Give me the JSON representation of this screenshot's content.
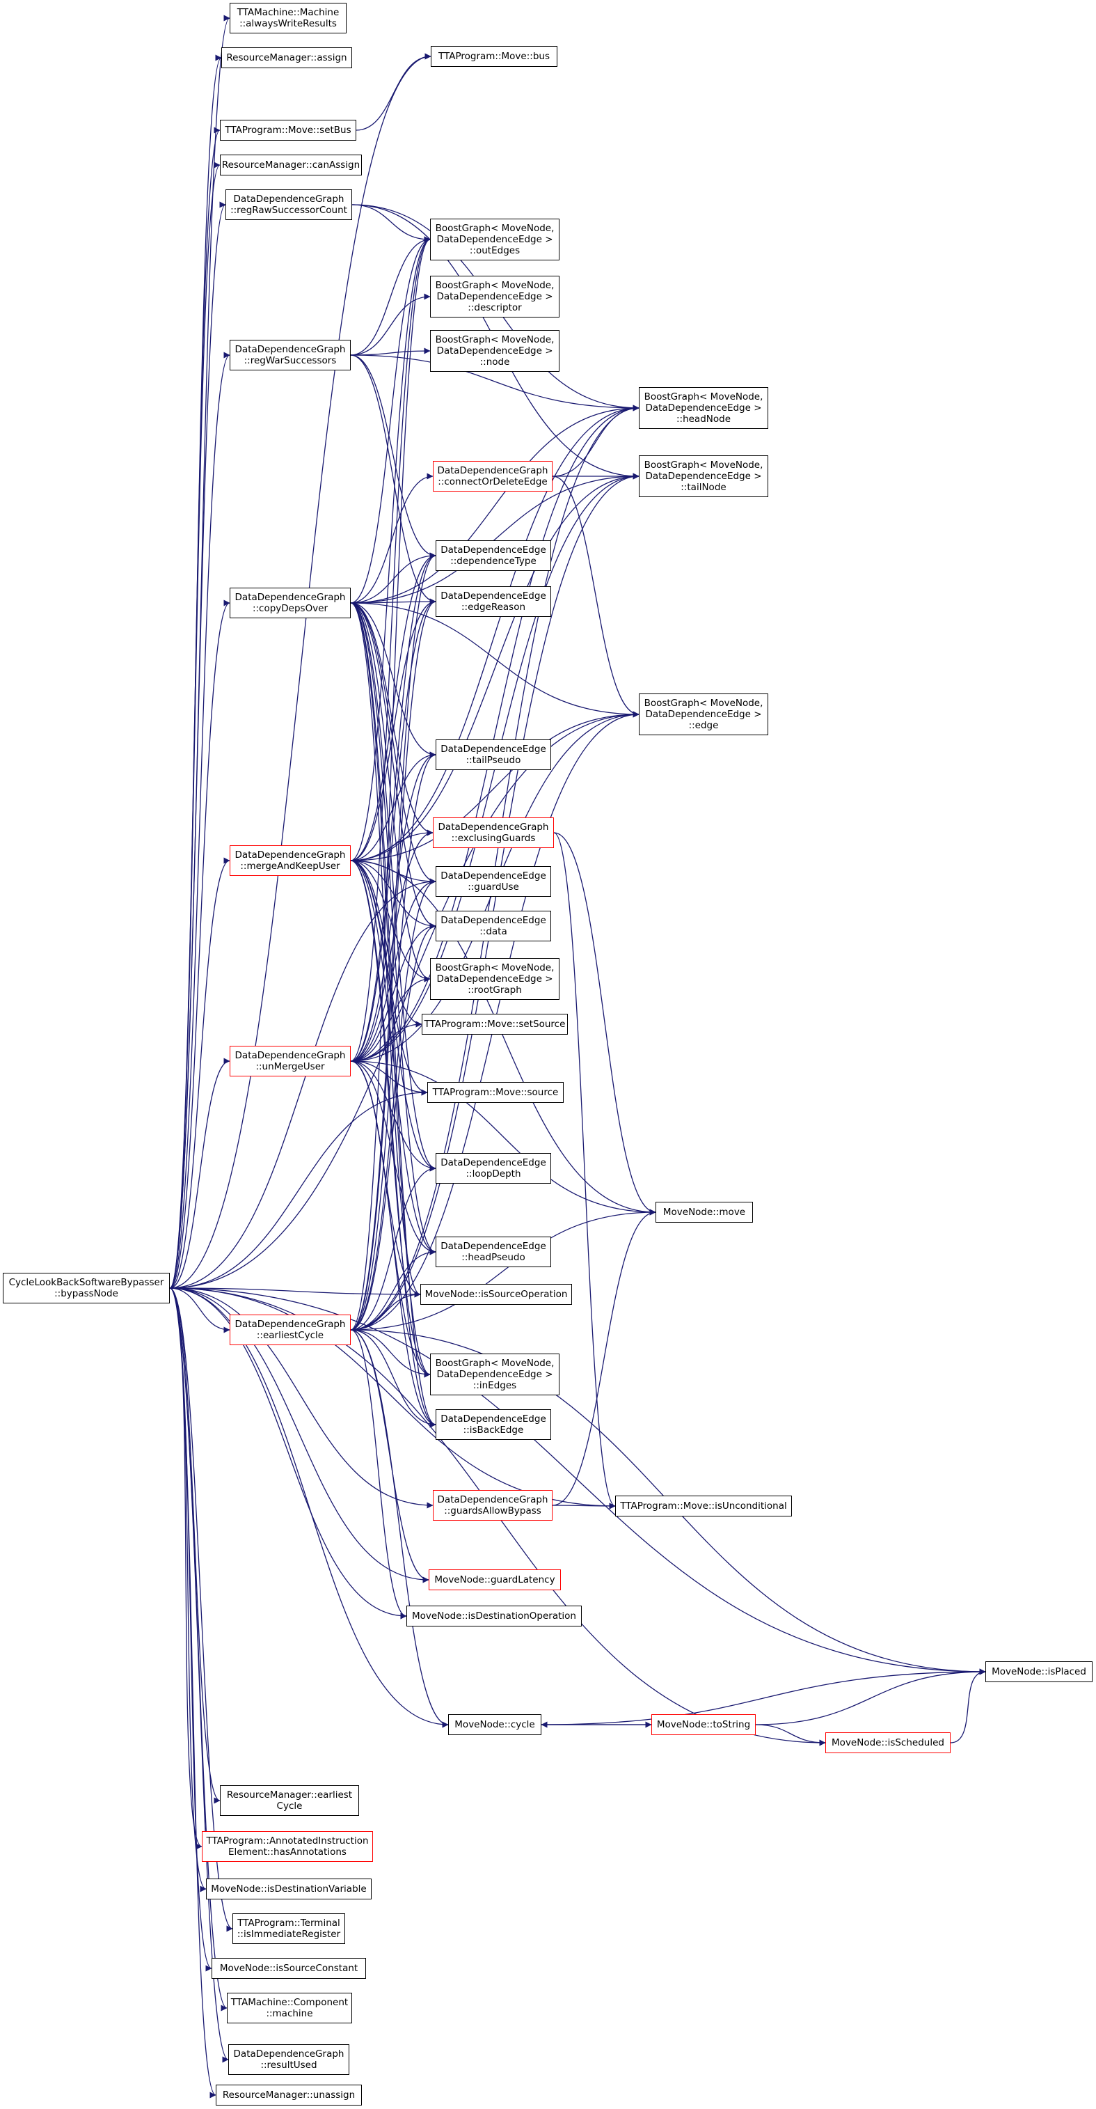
{
  "colors": {
    "edge": "#191970",
    "node_border": "#000000",
    "node_border_incomplete": "#ff0000",
    "root_fill": "#bfbfbf"
  },
  "nodes": [
    {
      "id": "root",
      "lines": [
        "CycleLookBackSoftwareBypasser",
        "::bypassNode"
      ],
      "style": "root"
    },
    {
      "id": "alwaysWriteResults",
      "lines": [
        "TTAMachine::Machine",
        "::alwaysWriteResults"
      ],
      "style": "normal"
    },
    {
      "id": "rmAssign",
      "lines": [
        "ResourceManager::assign"
      ],
      "style": "normal"
    },
    {
      "id": "moveBus",
      "lines": [
        "TTAProgram::Move::bus"
      ],
      "style": "normal"
    },
    {
      "id": "moveSetBus",
      "lines": [
        "TTAProgram::Move::setBus"
      ],
      "style": "normal"
    },
    {
      "id": "rmCanAssign",
      "lines": [
        "ResourceManager::canAssign"
      ],
      "style": "normal"
    },
    {
      "id": "regRawSuccessorCount",
      "lines": [
        "DataDependenceGraph",
        "::regRawSuccessorCount"
      ],
      "style": "normal"
    },
    {
      "id": "bgOutEdges",
      "lines": [
        "BoostGraph< MoveNode,",
        "DataDependenceEdge >",
        "::outEdges"
      ],
      "style": "normal"
    },
    {
      "id": "bgDescriptor",
      "lines": [
        "BoostGraph< MoveNode,",
        "DataDependenceEdge >",
        "::descriptor"
      ],
      "style": "normal"
    },
    {
      "id": "regWarSuccessors",
      "lines": [
        "DataDependenceGraph",
        "::regWarSuccessors"
      ],
      "style": "normal"
    },
    {
      "id": "bgNode",
      "lines": [
        "BoostGraph< MoveNode,",
        "DataDependenceEdge >",
        "::node"
      ],
      "style": "normal"
    },
    {
      "id": "bgHeadNode",
      "lines": [
        "BoostGraph< MoveNode,",
        "DataDependenceEdge >",
        "::headNode"
      ],
      "style": "normal"
    },
    {
      "id": "connectOrDeleteEdge",
      "lines": [
        "DataDependenceGraph",
        "::connectOrDeleteEdge"
      ],
      "style": "red"
    },
    {
      "id": "bgTailNode",
      "lines": [
        "BoostGraph< MoveNode,",
        "DataDependenceEdge >",
        "::tailNode"
      ],
      "style": "normal"
    },
    {
      "id": "ddeDependenceType",
      "lines": [
        "DataDependenceEdge",
        "::dependenceType"
      ],
      "style": "normal"
    },
    {
      "id": "copyDepsOver",
      "lines": [
        "DataDependenceGraph",
        "::copyDepsOver"
      ],
      "style": "normal"
    },
    {
      "id": "ddeEdgeReason",
      "lines": [
        "DataDependenceEdge",
        "::edgeReason"
      ],
      "style": "normal"
    },
    {
      "id": "bgEdge",
      "lines": [
        "BoostGraph< MoveNode,",
        "DataDependenceEdge >",
        "::edge"
      ],
      "style": "normal"
    },
    {
      "id": "ddeTailPseudo",
      "lines": [
        "DataDependenceEdge",
        "::tailPseudo"
      ],
      "style": "normal"
    },
    {
      "id": "exclusingGuards",
      "lines": [
        "DataDependenceGraph",
        "::exclusingGuards"
      ],
      "style": "red"
    },
    {
      "id": "mergeAndKeepUser",
      "lines": [
        "DataDependenceGraph",
        "::mergeAndKeepUser"
      ],
      "style": "red"
    },
    {
      "id": "ddeGuardUse",
      "lines": [
        "DataDependenceEdge",
        "::guardUse"
      ],
      "style": "normal"
    },
    {
      "id": "ddeData",
      "lines": [
        "DataDependenceEdge",
        "::data"
      ],
      "style": "normal"
    },
    {
      "id": "bgRootGraph",
      "lines": [
        "BoostGraph< MoveNode,",
        "DataDependenceEdge >",
        "::rootGraph"
      ],
      "style": "normal"
    },
    {
      "id": "moveSetSource",
      "lines": [
        "TTAProgram::Move::setSource"
      ],
      "style": "normal"
    },
    {
      "id": "unMergeUser",
      "lines": [
        "DataDependenceGraph",
        "::unMergeUser"
      ],
      "style": "red"
    },
    {
      "id": "moveSource",
      "lines": [
        "TTAProgram::Move::source"
      ],
      "style": "normal"
    },
    {
      "id": "ddeLoopDepth",
      "lines": [
        "DataDependenceEdge",
        "::loopDepth"
      ],
      "style": "normal"
    },
    {
      "id": "mnMove",
      "lines": [
        "MoveNode::move"
      ],
      "style": "normal"
    },
    {
      "id": "ddeHeadPseudo",
      "lines": [
        "DataDependenceEdge",
        "::headPseudo"
      ],
      "style": "normal"
    },
    {
      "id": "mnIsSourceOperation",
      "lines": [
        "MoveNode::isSourceOperation"
      ],
      "style": "normal"
    },
    {
      "id": "earliestCycle",
      "lines": [
        "DataDependenceGraph",
        "::earliestCycle"
      ],
      "style": "red"
    },
    {
      "id": "bgInEdges",
      "lines": [
        "BoostGraph< MoveNode,",
        "DataDependenceEdge >",
        "::inEdges"
      ],
      "style": "normal"
    },
    {
      "id": "ddeIsBackEdge",
      "lines": [
        "DataDependenceEdge",
        "::isBackEdge"
      ],
      "style": "normal"
    },
    {
      "id": "guardsAllowBypass",
      "lines": [
        "DataDependenceGraph",
        "::guardsAllowBypass"
      ],
      "style": "red"
    },
    {
      "id": "moveIsUnconditional",
      "lines": [
        "TTAProgram::Move::isUnconditional"
      ],
      "style": "normal"
    },
    {
      "id": "mnGuardLatency",
      "lines": [
        "MoveNode::guardLatency"
      ],
      "style": "red"
    },
    {
      "id": "mnIsDestinationOperation",
      "lines": [
        "MoveNode::isDestinationOperation"
      ],
      "style": "normal"
    },
    {
      "id": "mnIsPlaced",
      "lines": [
        "MoveNode::isPlaced"
      ],
      "style": "normal"
    },
    {
      "id": "mnCycle",
      "lines": [
        "MoveNode::cycle"
      ],
      "style": "normal"
    },
    {
      "id": "mnToString",
      "lines": [
        "MoveNode::toString"
      ],
      "style": "red"
    },
    {
      "id": "mnIsScheduled",
      "lines": [
        "MoveNode::isScheduled"
      ],
      "style": "red"
    },
    {
      "id": "rmEarliestCycle",
      "lines": [
        "ResourceManager::earliest",
        "Cycle"
      ],
      "style": "normal"
    },
    {
      "id": "hasAnnotations",
      "lines": [
        "TTAProgram::AnnotatedInstruction",
        "Element::hasAnnotations"
      ],
      "style": "red"
    },
    {
      "id": "mnIsDestinationVariable",
      "lines": [
        "MoveNode::isDestinationVariable"
      ],
      "style": "normal"
    },
    {
      "id": "isImmediateRegister",
      "lines": [
        "TTAProgram::Terminal",
        "::isImmediateRegister"
      ],
      "style": "normal"
    },
    {
      "id": "mnIsSourceConstant",
      "lines": [
        "MoveNode::isSourceConstant"
      ],
      "style": "normal"
    },
    {
      "id": "componentMachine",
      "lines": [
        "TTAMachine::Component",
        "::machine"
      ],
      "style": "normal"
    },
    {
      "id": "resultUsed",
      "lines": [
        "DataDependenceGraph",
        "::resultUsed"
      ],
      "style": "normal"
    },
    {
      "id": "rmUnassign",
      "lines": [
        "ResourceManager::unassign"
      ],
      "style": "normal"
    }
  ],
  "edges": [
    [
      "root",
      "alwaysWriteResults"
    ],
    [
      "root",
      "rmAssign"
    ],
    [
      "root",
      "moveSetBus"
    ],
    [
      "root",
      "rmCanAssign"
    ],
    [
      "root",
      "regRawSuccessorCount"
    ],
    [
      "root",
      "regWarSuccessors"
    ],
    [
      "root",
      "copyDepsOver"
    ],
    [
      "root",
      "mergeAndKeepUser"
    ],
    [
      "root",
      "unMergeUser"
    ],
    [
      "root",
      "earliestCycle"
    ],
    [
      "root",
      "guardsAllowBypass"
    ],
    [
      "root",
      "mnGuardLatency"
    ],
    [
      "root",
      "mnIsDestinationOperation"
    ],
    [
      "root",
      "mnCycle"
    ],
    [
      "root",
      "mnIsScheduled"
    ],
    [
      "root",
      "rmEarliestCycle"
    ],
    [
      "root",
      "hasAnnotations"
    ],
    [
      "root",
      "mnIsDestinationVariable"
    ],
    [
      "root",
      "isImmediateRegister"
    ],
    [
      "root",
      "mnIsSourceConstant"
    ],
    [
      "root",
      "componentMachine"
    ],
    [
      "root",
      "resultUsed"
    ],
    [
      "root",
      "rmUnassign"
    ],
    [
      "root",
      "moveSource"
    ],
    [
      "root",
      "mnIsSourceOperation"
    ],
    [
      "root",
      "mnIsPlaced"
    ],
    [
      "root",
      "moveIsUnconditional"
    ],
    [
      "root",
      "bgEdge"
    ],
    [
      "root",
      "ddeGuardUse"
    ],
    [
      "root",
      "moveBus"
    ],
    [
      "moveSetBus",
      "moveBus"
    ],
    [
      "regRawSuccessorCount",
      "bgOutEdges"
    ],
    [
      "regRawSuccessorCount",
      "bgHeadNode"
    ],
    [
      "regRawSuccessorCount",
      "bgTailNode"
    ],
    [
      "regWarSuccessors",
      "bgOutEdges"
    ],
    [
      "regWarSuccessors",
      "bgDescriptor"
    ],
    [
      "regWarSuccessors",
      "bgNode"
    ],
    [
      "regWarSuccessors",
      "ddeDependenceType"
    ],
    [
      "regWarSuccessors",
      "ddeEdgeReason"
    ],
    [
      "regWarSuccessors",
      "bgHeadNode"
    ],
    [
      "connectOrDeleteEdge",
      "bgHeadNode"
    ],
    [
      "connectOrDeleteEdge",
      "bgTailNode"
    ],
    [
      "connectOrDeleteEdge",
      "bgEdge"
    ],
    [
      "copyDepsOver",
      "bgOutEdges"
    ],
    [
      "copyDepsOver",
      "bgHeadNode"
    ],
    [
      "copyDepsOver",
      "bgTailNode"
    ],
    [
      "copyDepsOver",
      "connectOrDeleteEdge"
    ],
    [
      "copyDepsOver",
      "ddeDependenceType"
    ],
    [
      "copyDepsOver",
      "ddeEdgeReason"
    ],
    [
      "copyDepsOver",
      "bgEdge"
    ],
    [
      "copyDepsOver",
      "ddeTailPseudo"
    ],
    [
      "copyDepsOver",
      "exclusingGuards"
    ],
    [
      "copyDepsOver",
      "ddeGuardUse"
    ],
    [
      "copyDepsOver",
      "ddeData"
    ],
    [
      "copyDepsOver",
      "bgRootGraph"
    ],
    [
      "copyDepsOver",
      "ddeLoopDepth"
    ],
    [
      "copyDepsOver",
      "ddeHeadPseudo"
    ],
    [
      "copyDepsOver",
      "mnIsSourceOperation"
    ],
    [
      "copyDepsOver",
      "bgInEdges"
    ],
    [
      "copyDepsOver",
      "ddeIsBackEdge"
    ],
    [
      "mergeAndKeepUser",
      "bgOutEdges"
    ],
    [
      "mergeAndKeepUser",
      "bgHeadNode"
    ],
    [
      "mergeAndKeepUser",
      "bgTailNode"
    ],
    [
      "mergeAndKeepUser",
      "ddeDependenceType"
    ],
    [
      "mergeAndKeepUser",
      "ddeEdgeReason"
    ],
    [
      "mergeAndKeepUser",
      "bgEdge"
    ],
    [
      "mergeAndKeepUser",
      "ddeTailPseudo"
    ],
    [
      "mergeAndKeepUser",
      "exclusingGuards"
    ],
    [
      "mergeAndKeepUser",
      "ddeGuardUse"
    ],
    [
      "mergeAndKeepUser",
      "ddeData"
    ],
    [
      "mergeAndKeepUser",
      "bgRootGraph"
    ],
    [
      "mergeAndKeepUser",
      "moveSetSource"
    ],
    [
      "mergeAndKeepUser",
      "moveSource"
    ],
    [
      "mergeAndKeepUser",
      "ddeLoopDepth"
    ],
    [
      "mergeAndKeepUser",
      "ddeHeadPseudo"
    ],
    [
      "mergeAndKeepUser",
      "bgInEdges"
    ],
    [
      "mergeAndKeepUser",
      "ddeIsBackEdge"
    ],
    [
      "mergeAndKeepUser",
      "mnMove"
    ],
    [
      "unMergeUser",
      "bgOutEdges"
    ],
    [
      "unMergeUser",
      "bgHeadNode"
    ],
    [
      "unMergeUser",
      "bgTailNode"
    ],
    [
      "unMergeUser",
      "ddeDependenceType"
    ],
    [
      "unMergeUser",
      "ddeEdgeReason"
    ],
    [
      "unMergeUser",
      "bgEdge"
    ],
    [
      "unMergeUser",
      "ddeTailPseudo"
    ],
    [
      "unMergeUser",
      "exclusingGuards"
    ],
    [
      "unMergeUser",
      "ddeGuardUse"
    ],
    [
      "unMergeUser",
      "ddeData"
    ],
    [
      "unMergeUser",
      "bgRootGraph"
    ],
    [
      "unMergeUser",
      "moveSetSource"
    ],
    [
      "unMergeUser",
      "moveSource"
    ],
    [
      "unMergeUser",
      "ddeLoopDepth"
    ],
    [
      "unMergeUser",
      "ddeHeadPseudo"
    ],
    [
      "unMergeUser",
      "mnIsSourceOperation"
    ],
    [
      "unMergeUser",
      "bgInEdges"
    ],
    [
      "unMergeUser",
      "ddeIsBackEdge"
    ],
    [
      "unMergeUser",
      "mnMove"
    ],
    [
      "earliestCycle",
      "bgOutEdges"
    ],
    [
      "earliestCycle",
      "bgHeadNode"
    ],
    [
      "earliestCycle",
      "bgTailNode"
    ],
    [
      "earliestCycle",
      "ddeDependenceType"
    ],
    [
      "earliestCycle",
      "ddeEdgeReason"
    ],
    [
      "earliestCycle",
      "bgEdge"
    ],
    [
      "earliestCycle",
      "ddeTailPseudo"
    ],
    [
      "earliestCycle",
      "ddeGuardUse"
    ],
    [
      "earliestCycle",
      "ddeData"
    ],
    [
      "earliestCycle",
      "ddeLoopDepth"
    ],
    [
      "earliestCycle",
      "ddeHeadPseudo"
    ],
    [
      "earliestCycle",
      "mnIsSourceOperation"
    ],
    [
      "earliestCycle",
      "bgInEdges"
    ],
    [
      "earliestCycle",
      "ddeIsBackEdge"
    ],
    [
      "earliestCycle",
      "mnGuardLatency"
    ],
    [
      "earliestCycle",
      "mnIsDestinationOperation"
    ],
    [
      "earliestCycle",
      "mnIsPlaced"
    ],
    [
      "earliestCycle",
      "mnCycle"
    ],
    [
      "earliestCycle",
      "mnMove"
    ],
    [
      "exclusingGuards",
      "mnMove"
    ],
    [
      "exclusingGuards",
      "moveIsUnconditional"
    ],
    [
      "guardsAllowBypass",
      "mnMove"
    ],
    [
      "guardsAllowBypass",
      "moveIsUnconditional"
    ],
    [
      "mnCycle",
      "mnIsPlaced"
    ],
    [
      "mnCycle",
      "mnToString"
    ],
    [
      "mnToString",
      "mnIsPlaced"
    ],
    [
      "mnToString",
      "mnCycle"
    ],
    [
      "mnToString",
      "mnIsScheduled"
    ],
    [
      "mnIsScheduled",
      "mnIsPlaced"
    ]
  ]
}
